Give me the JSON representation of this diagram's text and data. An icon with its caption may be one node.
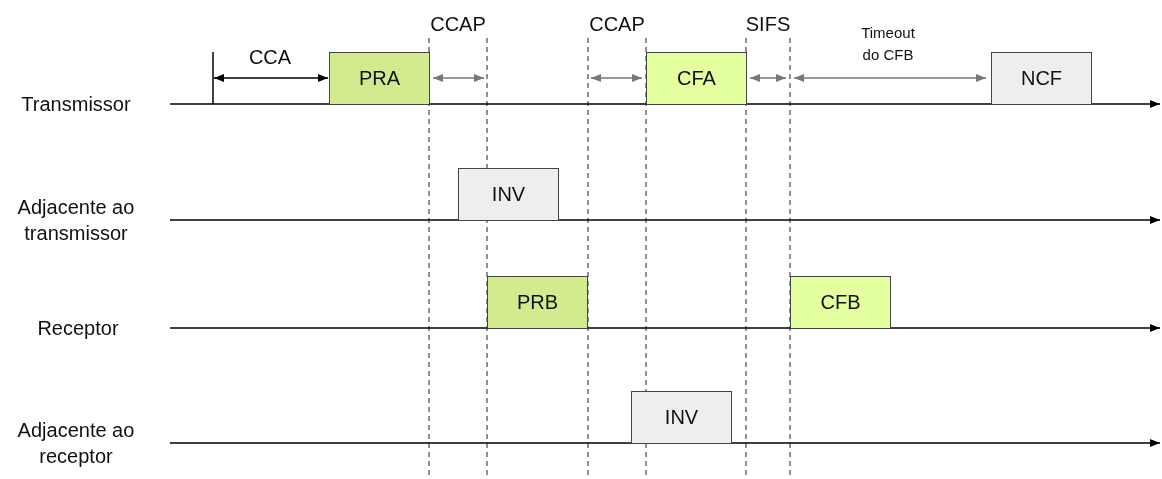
{
  "diagram": {
    "nodes": [
      {
        "text": [
          "PRA"
        ]
      },
      {
        "text": [
          "CFA"
        ]
      },
      {
        "text": [
          "NCF"
        ]
      },
      {
        "text": [
          "INV"
        ]
      },
      {
        "text": [
          "PRB"
        ]
      },
      {
        "text": [
          "CFB"
        ]
      },
      {
        "text": [
          "INV"
        ]
      }
    ],
    "labels": [
      "CCAP",
      "CCAP",
      "SIFS",
      "Timeout do CFB",
      "CCA",
      "Transmissor",
      "Adjacente ao transmissor",
      "Receptor",
      "Adjacente ao receptor"
    ]
  }
}
